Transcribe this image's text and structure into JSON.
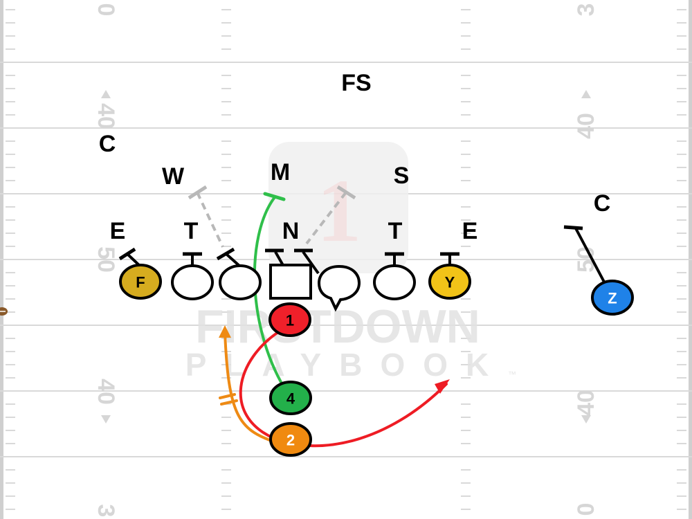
{
  "watermark": {
    "line1": "FIRSTDOWN",
    "line2": "PLAYBOOK",
    "mark": "™",
    "logo_glyph": "1"
  },
  "yard_numbers": {
    "left": [
      "0",
      "4",
      "0",
      "5",
      "0",
      "4",
      "3"
    ],
    "right": [
      "3",
      "0",
      "4",
      "0",
      "5",
      "0",
      "4",
      "0"
    ],
    "left_col": [
      "0",
      "40",
      "50",
      "40",
      "3"
    ],
    "right_col": [
      "3",
      "40",
      "50",
      "40",
      "0"
    ]
  },
  "defense": {
    "FS": "FS",
    "C_left": "C",
    "W": "W",
    "M": "M",
    "S": "S",
    "C_right": "C",
    "E_left": "E",
    "T_left": "T",
    "N": "N",
    "T_right": "T",
    "E_right": "E"
  },
  "offense": {
    "F": "F",
    "Y": "Y",
    "Z": "Z",
    "QB_1": "1",
    "RB_4": "4",
    "RB_2": "2"
  },
  "colors": {
    "field_line": "#d9d9d9",
    "sideline": "#cfcfcf",
    "F_fill": "#d6ac1f",
    "Y_fill": "#f2c318",
    "Z_fill": "#1f82e8",
    "QB_fill": "#f0202a",
    "RB4_fill": "#23b04a",
    "RB2_fill": "#f08a10",
    "route_red": "#ee1c24",
    "route_green": "#2fbf4a",
    "route_orange": "#ee8a14",
    "block_gray": "#b8b8b8",
    "black": "#000000"
  },
  "icons": {
    "football": "football-icon",
    "logo": "firstdown-logo-icon"
  }
}
